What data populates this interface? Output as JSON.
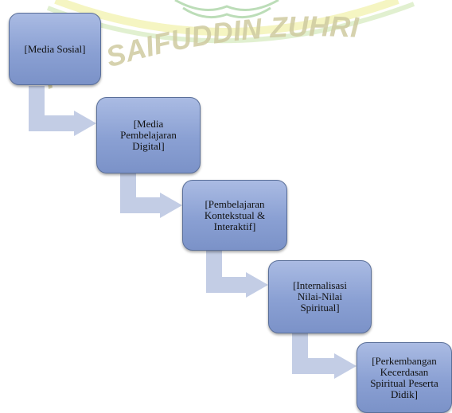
{
  "watermark": {
    "text": "K.H. SAIFUDDIN ZUHRI",
    "color": "#7f7a3a"
  },
  "diagram": {
    "box_fill": "#8aa0d3",
    "arrow_fill": "#c3cde5",
    "steps": [
      {
        "label": "[Media Sosial]"
      },
      {
        "label": "[Media Pembelajaran Digital]"
      },
      {
        "label": "[Pembelajaran Kontekstual & Interaktif]"
      },
      {
        "label": "[Internalisasi Nilai-Nilai Spiritual]"
      },
      {
        "label": "[Perkembangan Kecerdasan Spiritual Peserta Didik]"
      }
    ]
  }
}
